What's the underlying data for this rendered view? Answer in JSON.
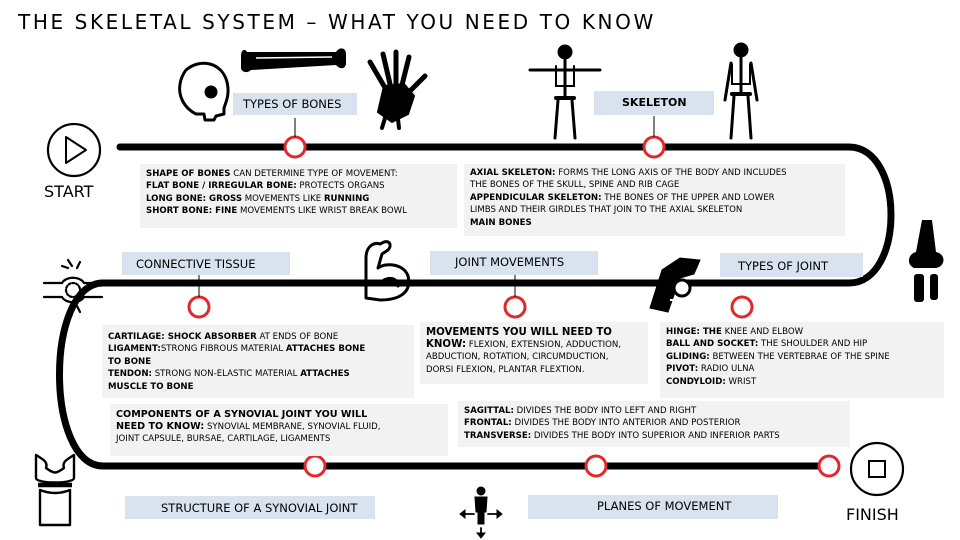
{
  "title": "THE SKELETAL SYSTEM – WHAT YOU NEED TO KNOW",
  "start_label": "START",
  "finish_label": "FINISH",
  "labels": {
    "types_of_bones": "TYPES OF BONES",
    "skeleton": "SKELETON",
    "connective_tissue": "CONNECTIVE TISSUE",
    "joint_movements": "JOINT MOVEMENTS",
    "types_of_joint": "TYPES OF JOINT",
    "structure_synovial": "STRUCTURE OF A SYNOVIAL JOINT",
    "planes_of_movement": "PLANES OF MOVEMENT"
  },
  "notes": {
    "bones": {
      "l1_b": "SHAPE OF BONES",
      "l1_t": " CAN DETERMINE TYPE OF MOVEMENT:",
      "l2_b": "FLAT BONE / IRREGULAR BONE:",
      "l2_t": " PROTECTS ORGANS",
      "l3_b": "LONG BONE: GROSS",
      "l3_t": " MOVEMENTS LIKE ",
      "l3_b2": "RUNNING",
      "l4_b": "SHORT BONE: FINE",
      "l4_t": " MOVEMENTS LIKE WRIST BREAK BOWL"
    },
    "skeleton": {
      "l1_b": "AXIAL SKELETON:",
      "l1_t": " FORMS THE LONG AXIS OF THE BODY AND INCLUDES",
      "l2_t": "THE BONES OF THE SKULL, SPINE AND RIB CAGE",
      "l3_b": "APPENDICULAR SKELETON:",
      "l3_t": " THE BONES OF THE UPPER AND LOWER",
      "l4_t": "LIMBS AND THEIR GIRDLES THAT JOIN TO THE AXIAL SKELETON",
      "l5_b": "MAIN BONES"
    },
    "connective": {
      "l1_b": "CARTILAGE: SHOCK ABSORBER",
      "l1_t": " AT ENDS OF BONE",
      "l2_b": "LIGAMENT:",
      "l2_t": "STRONG FIBROUS MATERIAL ",
      "l2_b2": "ATTACHES BONE",
      "l3_b": "TO BONE",
      "l4_b": "TENDON:",
      "l4_t": " STRONG NON-ELASTIC MATERIAL ",
      "l4_b2": "ATTACHES",
      "l5_b": "MUSCLE TO BONE"
    },
    "movements": {
      "l1_b": "MOVEMENTS YOU WILL NEED TO",
      "l2_b": "KNOW:",
      "l2_t": " FLEXION, EXTENSION, ADDUCTION,",
      "l3_t": "ABDUCTION, ROTATION, CIRCUMDUCTION,",
      "l4_t": "DORSI FLEXION, PLANTAR FLEXTION."
    },
    "joints": {
      "l1_b": "HINGE: THE",
      "l1_t": " KNEE AND ELBOW",
      "l2_b": "BALL AND SOCKET:",
      "l2_t": " THE SHOULDER AND HIP",
      "l3_b": "GLIDING:",
      "l3_t": " BETWEEN THE VERTEBRAE OF THE SPINE",
      "l4_b": "PIVOT:",
      "l4_t": " RADIO ULNA",
      "l5_b": "CONDYLOID:",
      "l5_t": " WRIST"
    },
    "synovial": {
      "l1_b": "COMPONENTS OF A SYNOVIAL JOINT YOU WILL",
      "l2_b": "NEED TO KNOW:",
      "l2_t": " SYNOVIAL MEMBRANE, SYNOVIAL FLUID,",
      "l3_t": "JOINT CAPSULE, BURSAE, CARTILAGE, LIGAMENTS"
    },
    "planes": {
      "l1_b": "SAGITTAL:",
      "l1_t": " DIVIDES THE BODY INTO LEFT AND RIGHT",
      "l2_b": "FRONTAL:",
      "l2_t": " DIVIDES THE BODY INTO ANTERIOR AND POSTERIOR",
      "l3_b": "TRANSVERSE:",
      "l3_t": " DIVIDES THE BODY INTO SUPERIOR AND INFERIOR PARTS"
    }
  },
  "icons": [
    "play-icon",
    "stop-icon",
    "skull-icon",
    "bone-icon",
    "hand-icon",
    "skeleton-icon",
    "joint-pain-icon",
    "flexed-arm-icon",
    "shoulder-icon",
    "knee-icon",
    "synovial-joint-icon",
    "person-arrows-icon"
  ],
  "colors": {
    "path": "#000000",
    "node": "#e0282d",
    "label_bg": "#d9e3ef",
    "note_bg": "#f2f2f2"
  }
}
